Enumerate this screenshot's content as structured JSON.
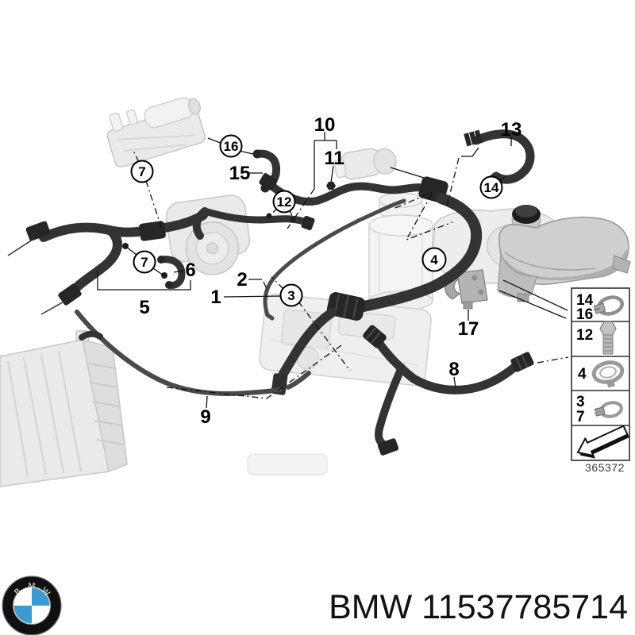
{
  "diagram": {
    "number": "365372",
    "callouts": [
      {
        "label": "10",
        "circled": false
      },
      {
        "label": "11",
        "circled": false
      },
      {
        "label": "15",
        "circled": false
      },
      {
        "label": "16",
        "circled": true
      },
      {
        "label": "7",
        "circled": true
      },
      {
        "label": "13",
        "circled": false
      },
      {
        "label": "14",
        "circled": true
      },
      {
        "label": "12",
        "circled": true
      },
      {
        "label": "7",
        "circled": true
      },
      {
        "label": "6",
        "circled": false
      },
      {
        "label": "5",
        "circled": false
      },
      {
        "label": "2",
        "circled": false
      },
      {
        "label": "1",
        "circled": false
      },
      {
        "label": "3",
        "circled": true
      },
      {
        "label": "4",
        "circled": true
      },
      {
        "label": "17",
        "circled": false
      },
      {
        "label": "8",
        "circled": false
      },
      {
        "label": "9",
        "circled": false
      }
    ],
    "legend": {
      "rows": [
        {
          "a": "14",
          "b": "16",
          "icon": "hose-clamp-icon"
        },
        {
          "a": "12",
          "icon": "bolt-icon"
        },
        {
          "a": "4",
          "icon": "profile-clamp-icon"
        },
        {
          "a": "3",
          "b": "7",
          "icon": "small-clamp-icon"
        },
        {
          "icon": "direction-arrow-icon"
        }
      ]
    }
  },
  "footer": {
    "part_number": "BMW 11537785714",
    "logo_letters": [
      "B",
      "M",
      "W"
    ]
  },
  "colors": {
    "hose_dark": "#333333",
    "ghost_gray": "#eaeaea",
    "bmw_blue": "#3d9ad1"
  }
}
